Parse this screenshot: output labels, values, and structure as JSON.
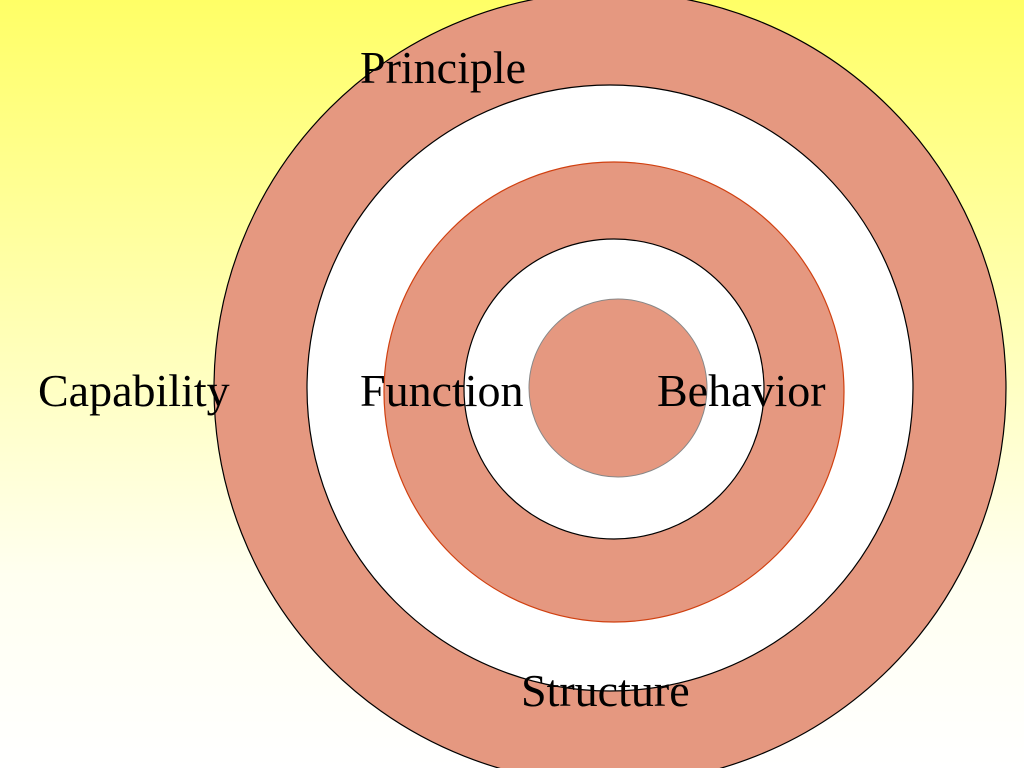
{
  "diagram": {
    "labels": {
      "principle": "Principle",
      "capability": "Capability",
      "function": "Function",
      "behavior": "Behavior",
      "structure": "Structure"
    },
    "colors": {
      "background_top": "#ffff66",
      "background_bottom": "#ffffff",
      "ring_fill": "#e59880",
      "gap_fill": "#ffffff",
      "outline": "#000000",
      "accent_outline": "#d04010"
    }
  }
}
